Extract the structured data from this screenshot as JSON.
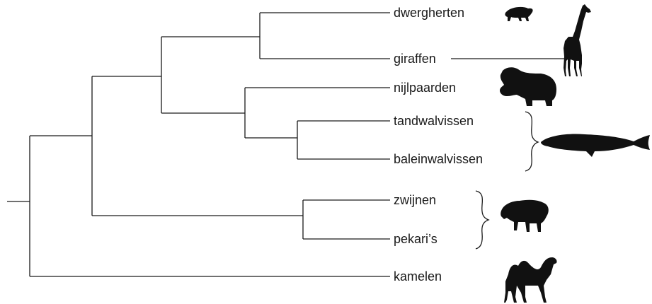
{
  "taxa": {
    "dwergherten": "dwergherten",
    "giraffen": "giraffen",
    "nijlpaarden": "nijlpaarden",
    "tandwalvissen": "tandwalvissen",
    "baleinwalvissen": "baleinwalvissen",
    "zwijnen": "zwijnen",
    "pekaris": "pekari’s",
    "kamelen": "kamelen"
  },
  "silhouettes": [
    {
      "animal": "dwerghert",
      "icon": "chevrotain-silhouette-icon"
    },
    {
      "animal": "giraffe",
      "icon": "giraffe-silhouette-icon"
    },
    {
      "animal": "nijlpaard",
      "icon": "hippo-silhouette-icon"
    },
    {
      "animal": "walvis",
      "icon": "whale-silhouette-icon"
    },
    {
      "animal": "zwijn",
      "icon": "boar-silhouette-icon"
    },
    {
      "animal": "kameel",
      "icon": "camel-silhouette-icon"
    }
  ],
  "colors": {
    "line": "#1a1a1a",
    "silhouette": "#111111",
    "background": "#ffffff"
  }
}
